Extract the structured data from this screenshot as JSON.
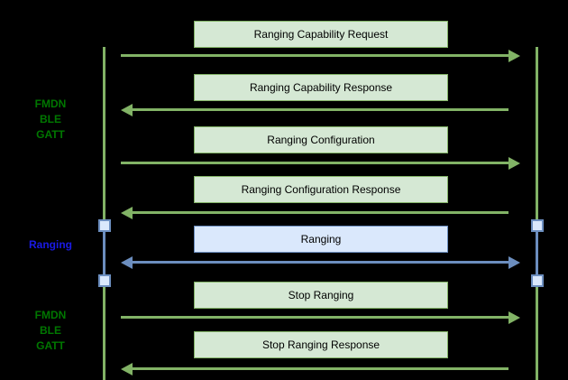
{
  "colors": {
    "background": "#000000",
    "green_stroke": "#82b366",
    "green_fill": "#d5e8d4",
    "blue_stroke": "#6c8ebf",
    "blue_fill": "#dae8fc",
    "green_label": "#007700",
    "blue_label": "#1a1ae6",
    "box_text": "#000000"
  },
  "side_labels": [
    {
      "name": "fmdn-ble-gatt-top",
      "lines": [
        "FMDN",
        "BLE",
        "GATT"
      ],
      "color": "green"
    },
    {
      "name": "ranging",
      "lines": [
        "Ranging"
      ],
      "color": "blue"
    },
    {
      "name": "fmdn-ble-gatt-bottom",
      "lines": [
        "FMDN",
        "BLE",
        "GATT"
      ],
      "color": "green"
    }
  ],
  "messages": [
    {
      "label": "Ranging Capability Request",
      "direction": "right",
      "color": "green"
    },
    {
      "label": "Ranging Capability Response",
      "direction": "left",
      "color": "green"
    },
    {
      "label": "Ranging Configuration",
      "direction": "right",
      "color": "green"
    },
    {
      "label": "Ranging Configuration Response",
      "direction": "left",
      "color": "green"
    },
    {
      "label": "Ranging",
      "direction": "both",
      "color": "blue"
    },
    {
      "label": "Stop Ranging",
      "direction": "right",
      "color": "green"
    },
    {
      "label": "Stop Ranging Response",
      "direction": "left",
      "color": "green"
    }
  ]
}
